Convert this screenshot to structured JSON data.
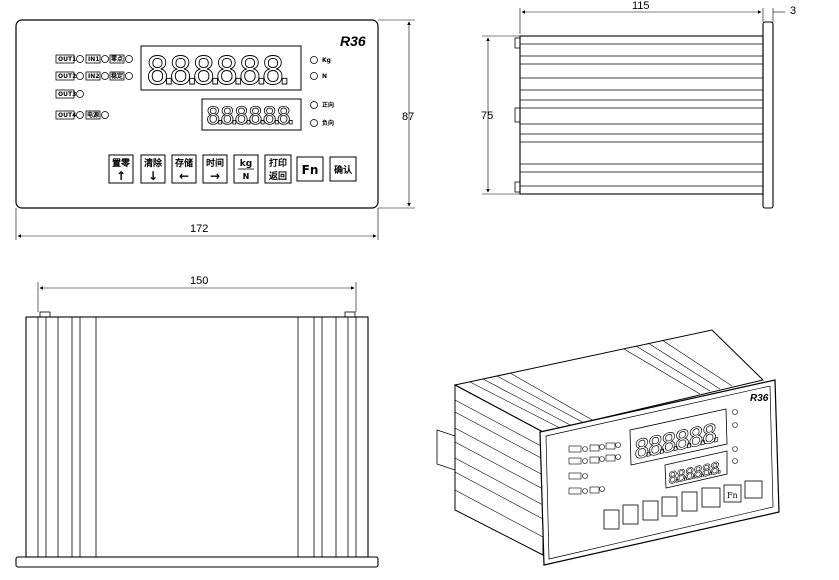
{
  "model": "R36",
  "dimensions": {
    "width": "172",
    "height": "87",
    "depth": "150",
    "body_height": "75",
    "bezel_depth": "115",
    "bezel_thickness": "3"
  },
  "indicators": {
    "out1": "OUT1",
    "in1": "IN1",
    "zero": "零点",
    "out2": "OUT2",
    "in2": "IN2",
    "stable": "稳定",
    "out3": "OUT3",
    "out4": "OUT4",
    "power": "电源",
    "kg": "Kg",
    "n": "N",
    "forward": "正向",
    "reverse": "负向"
  },
  "displays": {
    "main": "8.8.8.8.8.8.",
    "sub": "8.8.8.8.8.8."
  },
  "buttons": [
    {
      "top": "置零",
      "bottom": "↑"
    },
    {
      "top": "清除",
      "bottom": "↓"
    },
    {
      "top": "存储",
      "bottom": "←"
    },
    {
      "top": "时间",
      "bottom": "→"
    },
    {
      "top": "kg",
      "bottom": "N"
    },
    {
      "top": "打印",
      "bottom": "返回"
    },
    {
      "top": "Fn",
      "bottom": ""
    },
    {
      "top": "确认",
      "bottom": ""
    }
  ]
}
